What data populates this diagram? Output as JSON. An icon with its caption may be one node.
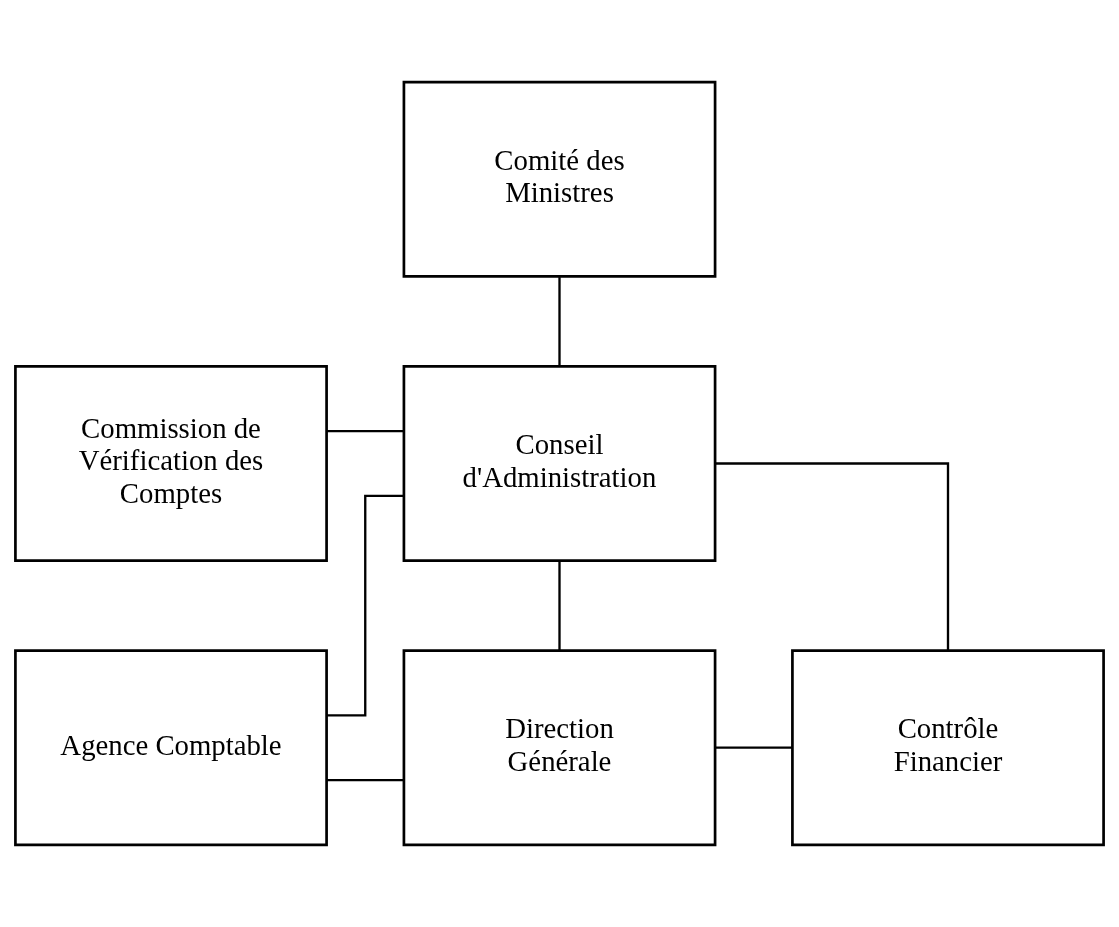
{
  "diagram": {
    "nodes": [
      {
        "text": [
          "Comité des Ministres"
        ]
      },
      {
        "text": [
          "Commission de Vérification des Comptes"
        ]
      },
      {
        "text": [
          "Conseil d'Administration"
        ]
      },
      {
        "text": [
          "Agence Comptable"
        ]
      },
      {
        "text": [
          "Direction Générale"
        ]
      },
      {
        "text": [
          "Contrôle Financier"
        ]
      }
    ],
    "edges": [
      {
        "from": 0,
        "to": 2,
        "arrow": "none"
      },
      {
        "from": 1,
        "to": 2,
        "arrow": "none"
      },
      {
        "from": 2,
        "to": 3,
        "arrow": "none"
      },
      {
        "from": 2,
        "to": 4,
        "arrow": "none"
      },
      {
        "from": 2,
        "to": 5,
        "arrow": "none"
      },
      {
        "from": 3,
        "to": 4,
        "arrow": "none"
      },
      {
        "from": 4,
        "to": 5,
        "arrow": "none"
      }
    ]
  }
}
